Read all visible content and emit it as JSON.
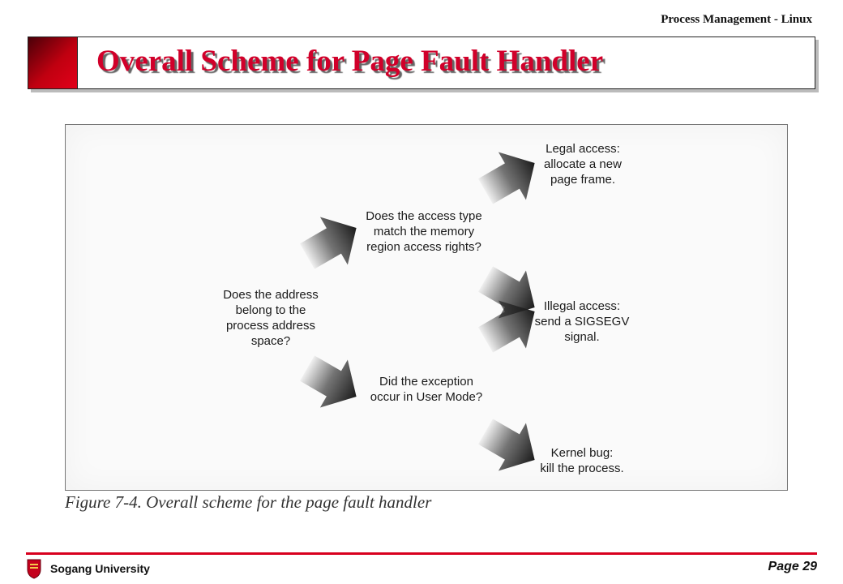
{
  "header": {
    "top_label": "Process Management - Linux",
    "title": "Overall Scheme for Page Fault Handler"
  },
  "figure": {
    "nodes": {
      "address_question": [
        "Does the address",
        "belong to the",
        "process address",
        "space?"
      ],
      "access_type_question": [
        "Does the access type",
        "match the memory",
        "region access rights?"
      ],
      "user_mode_question": [
        "Did the exception",
        "occur in User Mode?"
      ],
      "legal_access": [
        "Legal access:",
        "allocate a new",
        "page frame."
      ],
      "illegal_access": [
        "Illegal access:",
        "send a SIGSEGV",
        "signal."
      ],
      "kernel_bug": [
        "Kernel bug:",
        "kill the process."
      ]
    },
    "caption": "Figure 7-4. Overall scheme for the page fault handler"
  },
  "footer": {
    "university": "Sogang University",
    "page": "Page 29"
  },
  "colors": {
    "title_red": "#d1002a",
    "footer_rule": "#d8001e",
    "arrow": "#2b2b2b"
  }
}
